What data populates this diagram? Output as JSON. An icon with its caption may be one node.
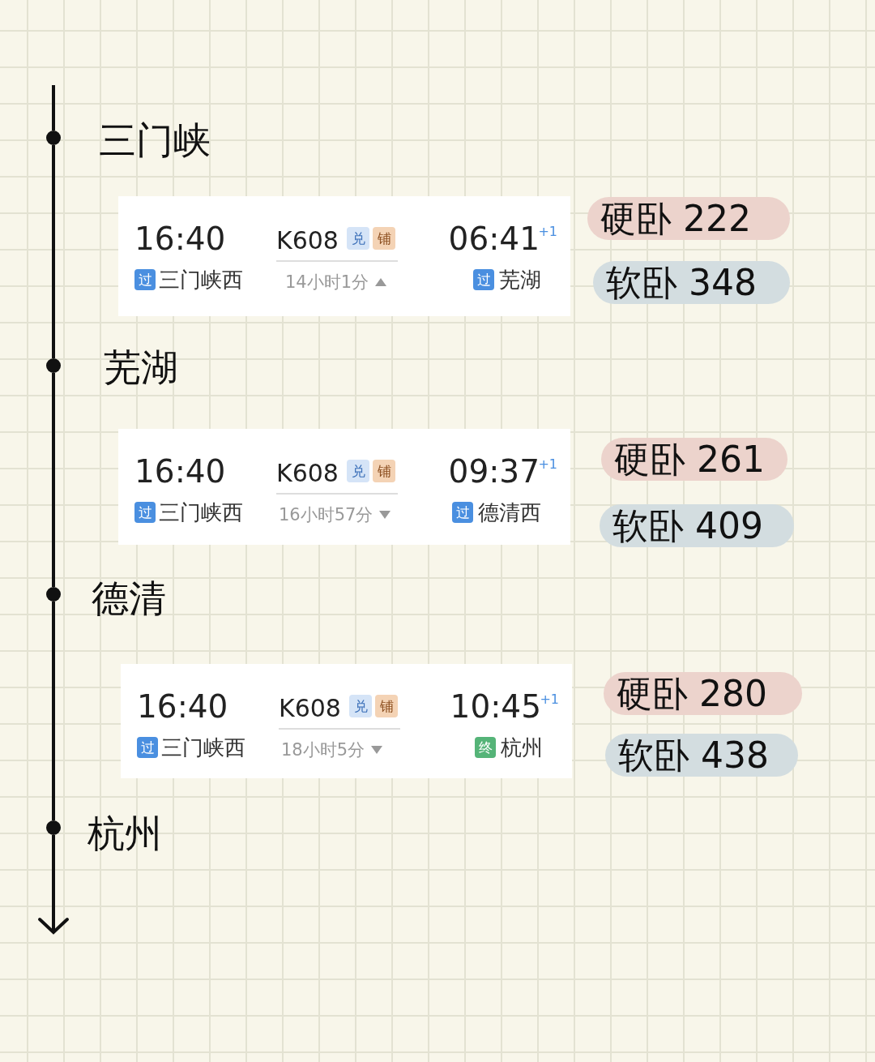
{
  "diagram": {
    "nodes": [
      {
        "text": [],
        "shape": "circle",
        "beside": [
          "三门峡"
        ]
      },
      {
        "text": [
          "16:40",
          "过",
          "三门峡西",
          "K608",
          "兑",
          "铺",
          "14小时1分",
          "06:41",
          "+1",
          "过",
          "芜湖"
        ]
      },
      {
        "text": [
          "硬卧 222"
        ]
      },
      {
        "text": [
          "软卧 348"
        ]
      },
      {
        "text": [],
        "shape": "circle",
        "beside": [
          "芜湖"
        ]
      },
      {
        "text": [
          "16:40",
          "过",
          "三门峡西",
          "K608",
          "兑",
          "铺",
          "16小时57分",
          "09:37",
          "+1",
          "过",
          "德清西"
        ]
      },
      {
        "text": [
          "硬卧 261"
        ]
      },
      {
        "text": [
          "软卧 409"
        ]
      },
      {
        "text": [],
        "shape": "circle",
        "beside": [
          "德清"
        ]
      },
      {
        "text": [
          "16:40",
          "过",
          "三门峡西",
          "K608",
          "兑",
          "铺",
          "18小时5分",
          "10:45",
          "+1",
          "终",
          "杭州"
        ]
      },
      {
        "text": [
          "硬卧 280"
        ]
      },
      {
        "text": [
          "软卧 438"
        ]
      },
      {
        "text": [],
        "shape": "circle",
        "beside": [
          "杭州"
        ]
      }
    ],
    "edges": [
      {
        "from": 0,
        "to": 4,
        "arrow": "none"
      },
      {
        "from": 4,
        "to": 8,
        "arrow": "none"
      },
      {
        "from": 8,
        "to": 12,
        "arrow": "none"
      },
      {
        "from": 12,
        "to": null,
        "arrow": "to"
      }
    ]
  }
}
